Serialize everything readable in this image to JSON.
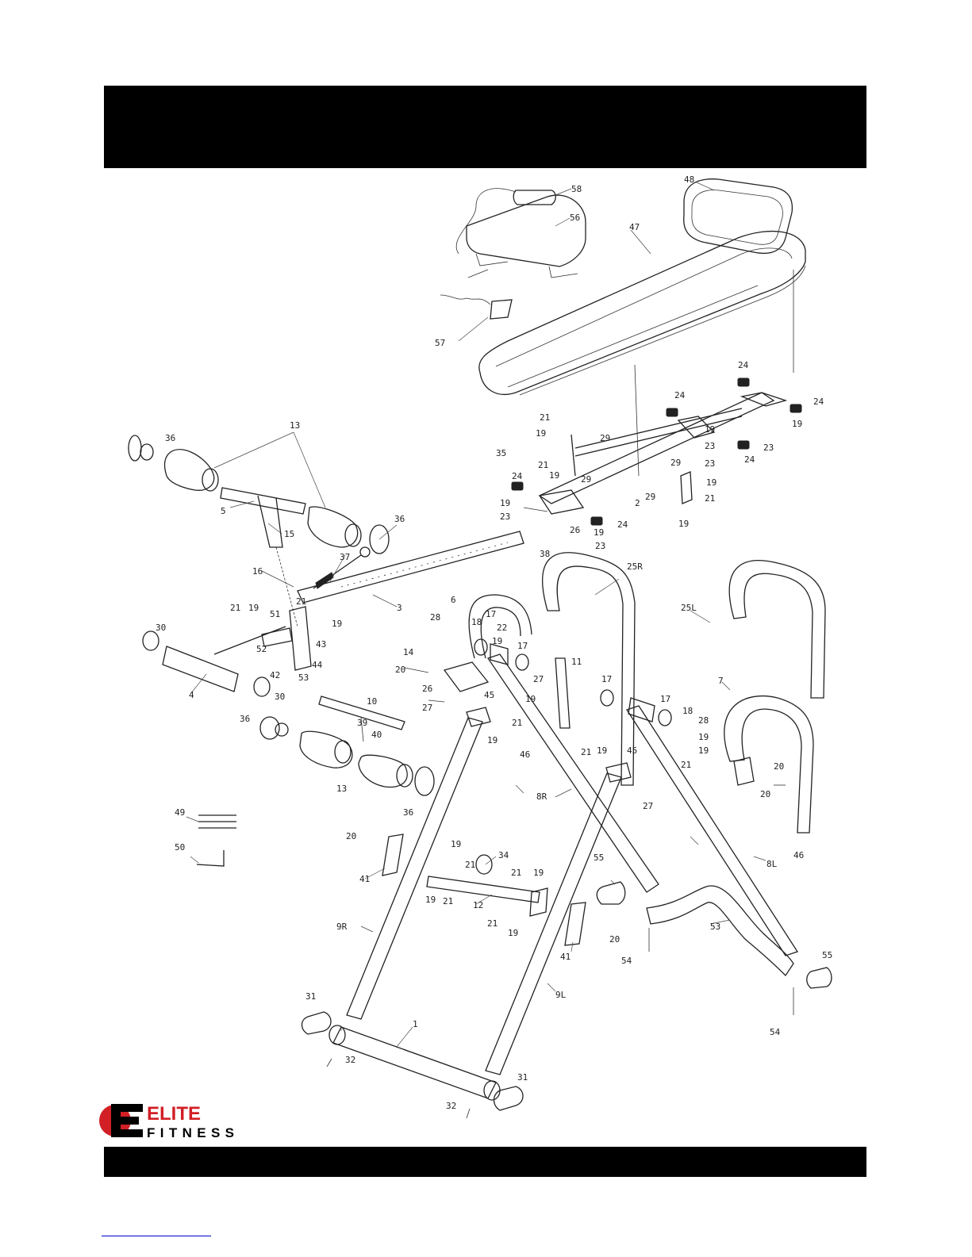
{
  "brand": {
    "line1": "ELITE",
    "line2": "FITNESS",
    "accent": "#d21f26"
  },
  "colors": {
    "bars": "#000000",
    "lines": "#222222",
    "link": "#0000cc"
  },
  "callouts": [
    {
      "id": "lbl-58",
      "text": "58"
    },
    {
      "id": "lbl-56",
      "text": "56"
    },
    {
      "id": "lbl-57",
      "text": "57"
    },
    {
      "id": "lbl-48",
      "text": "48"
    },
    {
      "id": "lbl-47",
      "text": "47"
    },
    {
      "id": "lbl-24a",
      "text": "24"
    },
    {
      "id": "lbl-24b",
      "text": "24"
    },
    {
      "id": "lbl-24c",
      "text": "24"
    },
    {
      "id": "lbl-24d",
      "text": "24"
    },
    {
      "id": "lbl-24e",
      "text": "24"
    },
    {
      "id": "lbl-24f",
      "text": "24"
    },
    {
      "id": "lbl-21a",
      "text": "21"
    },
    {
      "id": "lbl-19a",
      "text": "19"
    },
    {
      "id": "lbl-29a",
      "text": "29"
    },
    {
      "id": "lbl-35",
      "text": "35"
    },
    {
      "id": "lbl-21b",
      "text": "21"
    },
    {
      "id": "lbl-19b",
      "text": "19"
    },
    {
      "id": "lbl-29b",
      "text": "29"
    },
    {
      "id": "lbl-29c",
      "text": "29"
    },
    {
      "id": "lbl-29d",
      "text": "29"
    },
    {
      "id": "lbl-2",
      "text": "2"
    },
    {
      "id": "lbl-19c",
      "text": "19"
    },
    {
      "id": "lbl-23a",
      "text": "23"
    },
    {
      "id": "lbl-26a",
      "text": "26"
    },
    {
      "id": "lbl-23b",
      "text": "23"
    },
    {
      "id": "lbl-38",
      "text": "38"
    },
    {
      "id": "lbl-19d",
      "text": "19"
    },
    {
      "id": "lbl-23c",
      "text": "23"
    },
    {
      "id": "lbl-19e",
      "text": "19"
    },
    {
      "id": "lbl-19f",
      "text": "19"
    },
    {
      "id": "lbl-23d",
      "text": "23"
    },
    {
      "id": "lbl-19g",
      "text": "19"
    },
    {
      "id": "lbl-21c",
      "text": "21"
    },
    {
      "id": "lbl-19h",
      "text": "19"
    },
    {
      "id": "lbl-23e",
      "text": "23"
    },
    {
      "id": "lbl-36a",
      "text": "36"
    },
    {
      "id": "lbl-13a",
      "text": "13"
    },
    {
      "id": "lbl-5",
      "text": "5"
    },
    {
      "id": "lbl-15",
      "text": "15"
    },
    {
      "id": "lbl-36b",
      "text": "36"
    },
    {
      "id": "lbl-16",
      "text": "16"
    },
    {
      "id": "lbl-37",
      "text": "37"
    },
    {
      "id": "lbl-3",
      "text": "3"
    },
    {
      "id": "lbl-21d",
      "text": "21"
    },
    {
      "id": "lbl-19i",
      "text": "19"
    },
    {
      "id": "lbl-21e",
      "text": "21"
    },
    {
      "id": "lbl-19j",
      "text": "19"
    },
    {
      "id": "lbl-51",
      "text": "51"
    },
    {
      "id": "lbl-30a",
      "text": "30"
    },
    {
      "id": "lbl-52",
      "text": "52"
    },
    {
      "id": "lbl-43",
      "text": "43"
    },
    {
      "id": "lbl-42",
      "text": "42"
    },
    {
      "id": "lbl-44",
      "text": "44"
    },
    {
      "id": "lbl-53a",
      "text": "53"
    },
    {
      "id": "lbl-4",
      "text": "4"
    },
    {
      "id": "lbl-30b",
      "text": "30"
    },
    {
      "id": "lbl-6",
      "text": "6"
    },
    {
      "id": "lbl-28a",
      "text": "28"
    },
    {
      "id": "lbl-18a",
      "text": "18"
    },
    {
      "id": "lbl-17a",
      "text": "17"
    },
    {
      "id": "lbl-22",
      "text": "22"
    },
    {
      "id": "lbl-19k",
      "text": "19"
    },
    {
      "id": "lbl-17b",
      "text": "17"
    },
    {
      "id": "lbl-14",
      "text": "14"
    },
    {
      "id": "lbl-20a",
      "text": "20"
    },
    {
      "id": "lbl-27a",
      "text": "27"
    },
    {
      "id": "lbl-19l",
      "text": "19"
    },
    {
      "id": "lbl-26b",
      "text": "26"
    },
    {
      "id": "lbl-27b",
      "text": "27"
    },
    {
      "id": "lbl-45a",
      "text": "45"
    },
    {
      "id": "lbl-21f",
      "text": "21"
    },
    {
      "id": "lbl-19m",
      "text": "19"
    },
    {
      "id": "lbl-46a",
      "text": "46"
    },
    {
      "id": "lbl-25R",
      "text": "25R"
    },
    {
      "id": "lbl-25L",
      "text": "25L"
    },
    {
      "id": "lbl-11",
      "text": "11"
    },
    {
      "id": "lbl-17c",
      "text": "17"
    },
    {
      "id": "lbl-17d",
      "text": "17"
    },
    {
      "id": "lbl-18b",
      "text": "18"
    },
    {
      "id": "lbl-28b",
      "text": "28"
    },
    {
      "id": "lbl-7",
      "text": "7"
    },
    {
      "id": "lbl-19n",
      "text": "19"
    },
    {
      "id": "lbl-19o",
      "text": "19"
    },
    {
      "id": "lbl-21g",
      "text": "21"
    },
    {
      "id": "lbl-20b",
      "text": "20"
    },
    {
      "id": "lbl-20c",
      "text": "20"
    },
    {
      "id": "lbl-21h",
      "text": "21"
    },
    {
      "id": "lbl-19p",
      "text": "19"
    },
    {
      "id": "lbl-45b",
      "text": "45"
    },
    {
      "id": "lbl-27c",
      "text": "27"
    },
    {
      "id": "lbl-8R",
      "text": "8R"
    },
    {
      "id": "lbl-46b",
      "text": "46"
    },
    {
      "id": "lbl-10",
      "text": "10"
    },
    {
      "id": "lbl-36c",
      "text": "36"
    },
    {
      "id": "lbl-39",
      "text": "39"
    },
    {
      "id": "lbl-40",
      "text": "40"
    },
    {
      "id": "lbl-13b",
      "text": "13"
    },
    {
      "id": "lbl-36d",
      "text": "36"
    },
    {
      "id": "lbl-49",
      "text": "49"
    },
    {
      "id": "lbl-50",
      "text": "50"
    },
    {
      "id": "lbl-20d",
      "text": "20"
    },
    {
      "id": "lbl-41a",
      "text": "41"
    },
    {
      "id": "lbl-19q",
      "text": "19"
    },
    {
      "id": "lbl-21i",
      "text": "21"
    },
    {
      "id": "lbl-34",
      "text": "34"
    },
    {
      "id": "lbl-19r",
      "text": "19"
    },
    {
      "id": "lbl-21j",
      "text": "21"
    },
    {
      "id": "lbl-21k",
      "text": "21"
    },
    {
      "id": "lbl-19s",
      "text": "19"
    },
    {
      "id": "lbl-12",
      "text": "12"
    },
    {
      "id": "lbl-21l",
      "text": "21"
    },
    {
      "id": "lbl-19t",
      "text": "19"
    },
    {
      "id": "lbl-55a",
      "text": "55"
    },
    {
      "id": "lbl-8L",
      "text": "8L"
    },
    {
      "id": "lbl-9R",
      "text": "9R"
    },
    {
      "id": "lbl-41b",
      "text": "41"
    },
    {
      "id": "lbl-20e",
      "text": "20"
    },
    {
      "id": "lbl-54a",
      "text": "54"
    },
    {
      "id": "lbl-53b",
      "text": "53"
    },
    {
      "id": "lbl-55b",
      "text": "55"
    },
    {
      "id": "lbl-9L",
      "text": "9L"
    },
    {
      "id": "lbl-31a",
      "text": "31"
    },
    {
      "id": "lbl-1",
      "text": "1"
    },
    {
      "id": "lbl-32a",
      "text": "32"
    },
    {
      "id": "lbl-54b",
      "text": "54"
    },
    {
      "id": "lbl-31b",
      "text": "31"
    },
    {
      "id": "lbl-32b",
      "text": "32"
    }
  ]
}
